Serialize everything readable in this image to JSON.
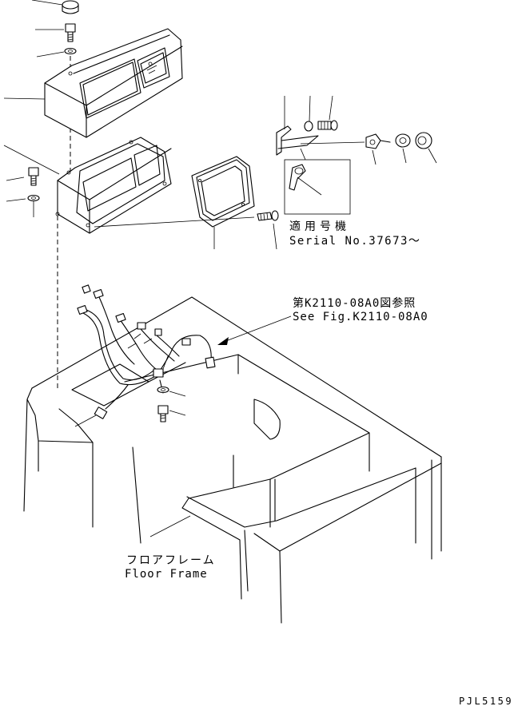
{
  "callouts": {
    "serial_jp": "適用号機",
    "serial_en": "Serial No.37673～",
    "fig_ref_jp": "第K2110-08A0図参照",
    "fig_ref_en": "See Fig.K2110-08A0",
    "floor_frame_jp": "フロアフレーム",
    "floor_frame_en": "Floor Frame"
  },
  "drawing_code": "PJL5159"
}
